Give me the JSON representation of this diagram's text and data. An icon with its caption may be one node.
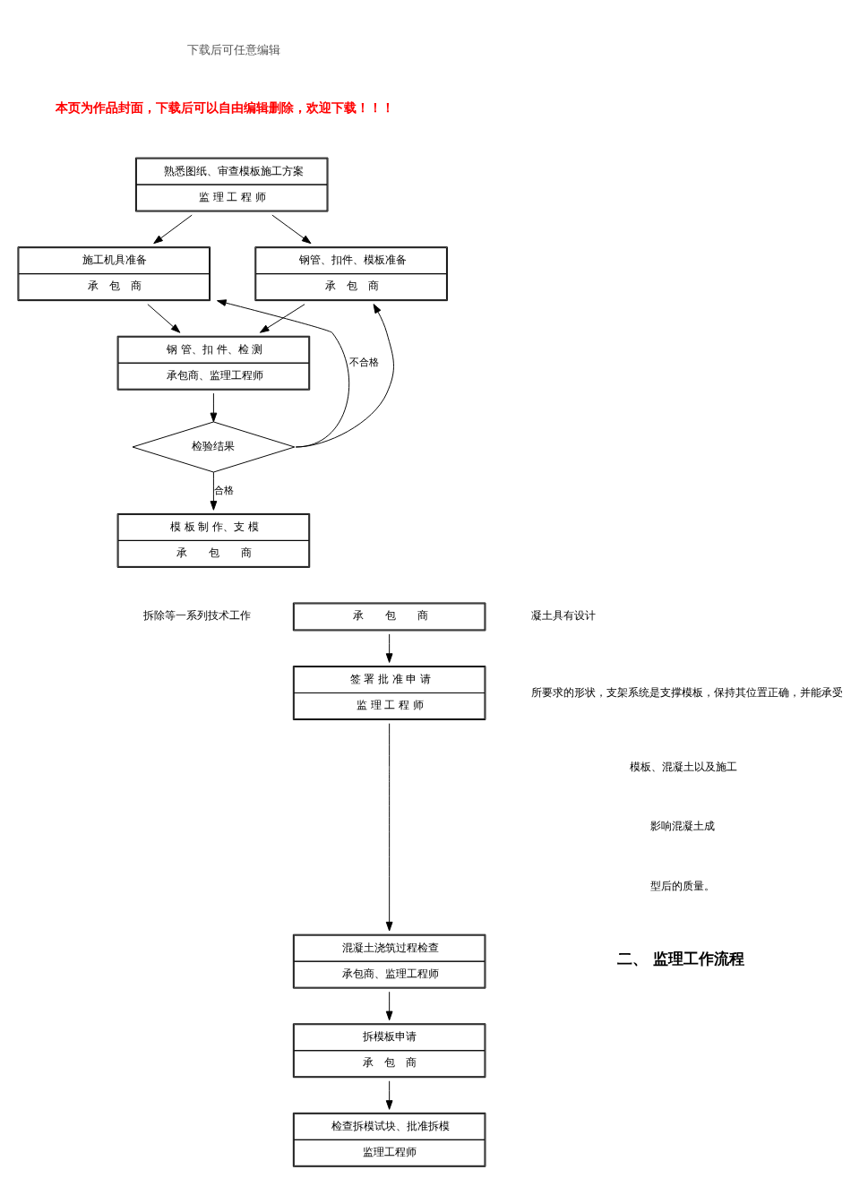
{
  "diagram": {
    "nodes": [
      {
        "text": [
          "熟悉图纸、审查模板施工方案",
          "监 理 工 程 师"
        ]
      },
      {
        "text": [
          "施工机具准备",
          "承　包　商"
        ]
      },
      {
        "text": [
          "钢管、扣件、模板准备",
          "承　包　商"
        ]
      },
      {
        "text": [
          "钢 管、扣 件、检 测",
          "承包商、监理工程师"
        ]
      },
      {
        "text": [
          "检验结果"
        ]
      },
      {
        "text": [
          "模 板 制 作、支 模",
          "承　　包　　商"
        ]
      },
      {
        "text": [
          "承　　包　　商"
        ]
      },
      {
        "text": [
          "签 署 批 准 申 请",
          "监 理 工 程 师"
        ]
      },
      {
        "text": [
          "混凝土浇筑过程检查",
          "承包商、监理工程师"
        ]
      },
      {
        "text": [
          "拆模板申请",
          "承　包　商"
        ]
      },
      {
        "text": [
          "检查拆模试块、批准拆模",
          "监理工程师"
        ]
      }
    ],
    "edges": [
      {
        "from": 0,
        "to": 1,
        "arrow": "to"
      },
      {
        "from": 0,
        "to": 2,
        "arrow": "to"
      },
      {
        "from": 1,
        "to": 3,
        "arrow": "to"
      },
      {
        "from": 2,
        "to": 3,
        "arrow": "to"
      },
      {
        "from": 3,
        "to": 4,
        "arrow": "to"
      },
      {
        "from": 4,
        "to": 5,
        "arrow": "to",
        "label": "合格"
      },
      {
        "from": 4,
        "to": 1,
        "arrow": "to",
        "label": "不合格"
      },
      {
        "from": 4,
        "to": 2,
        "arrow": "to"
      },
      {
        "from": 6,
        "to": 7,
        "arrow": "to"
      },
      {
        "from": 7,
        "to": 8,
        "arrow": "to"
      },
      {
        "from": 8,
        "to": 9,
        "arrow": "to"
      },
      {
        "from": 9,
        "to": 10,
        "arrow": "to"
      }
    ],
    "labels": [
      "下载后可任意编辑",
      "本页为作品封面，下载后可以自由编辑删除，欢迎下载！！！",
      "拆除等一系列技术工作",
      "凝土具有设计",
      "所要求的形状，支架系统是支撑模板，保持其位置正确，并能承受",
      "模板、混凝土以及施工",
      "影响混凝土成",
      "型后的质量。",
      "二、 监理工作流程"
    ]
  }
}
